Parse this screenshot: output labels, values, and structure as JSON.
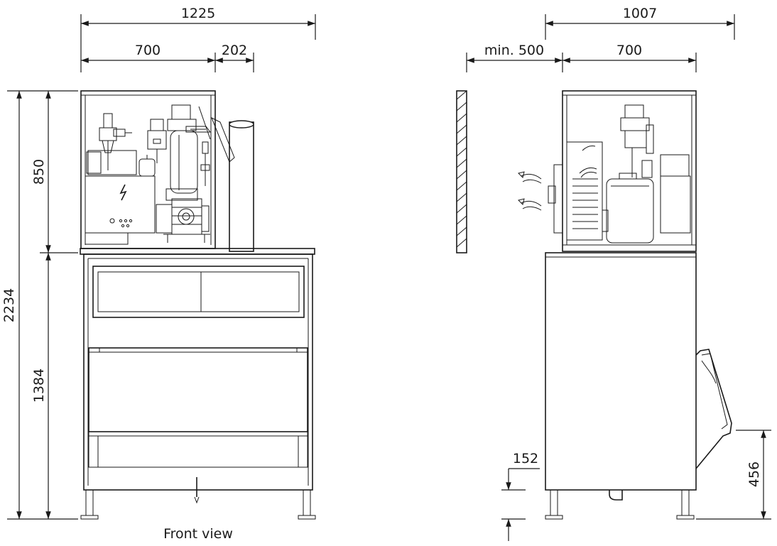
{
  "front_view": {
    "caption": "Front view",
    "dimensions": {
      "overall_width": "1225",
      "cabinet_width": "700",
      "spout_offset": "202",
      "overall_height": "2234",
      "upper_unit_height": "850",
      "lower_unit_height": "1384"
    }
  },
  "side_view": {
    "dimensions": {
      "overall_depth": "1007",
      "wall_clearance": "min. 500",
      "cabinet_depth": "700",
      "outlet_height": "152",
      "handle_height": "456"
    }
  },
  "colors": {
    "line": "#1a1a1a",
    "background": "#ffffff"
  }
}
